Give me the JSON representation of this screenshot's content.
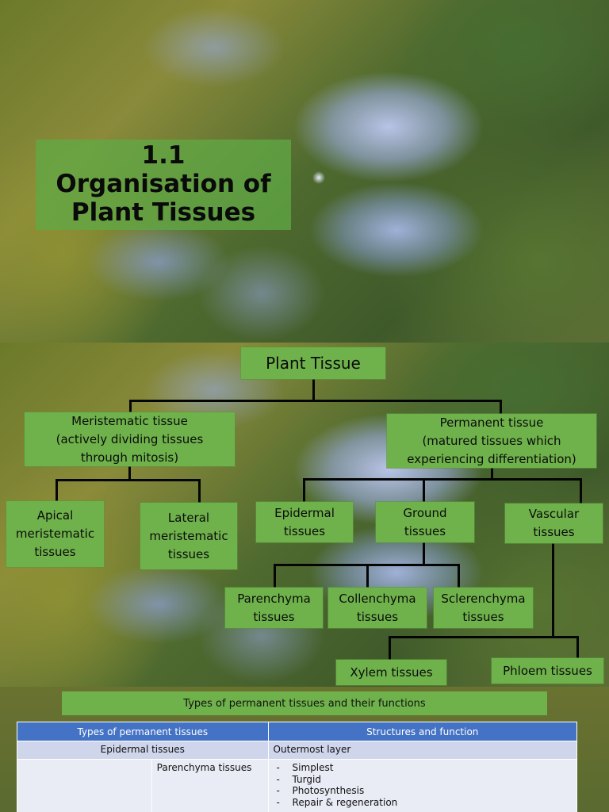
{
  "slide1": {
    "title_line1": "1.1",
    "title_line2": "Organisation of",
    "title_line3": "Plant Tissues"
  },
  "slide2": {
    "root": "Plant Tissue",
    "meristematic": "Meristematic tissue\n(actively dividing tissues\nthrough mitosis)",
    "permanent": "Permanent tissue\n(matured tissues which\nexperiencing differentiation)",
    "apical": "Apical\nmeristematic\ntissues",
    "lateral": "Lateral\nmeristematic\ntissues",
    "epidermal": "Epidermal\ntissues",
    "ground": "Ground\ntissues",
    "vascular": "Vascular\ntissues",
    "parenchyma": "Parenchyma\ntissues",
    "collenchyma": "Collenchyma\ntissues",
    "sclerenchyma": "Sclerenchyma\ntissues",
    "xylem": "Xylem tissues",
    "phloem": "Phloem tissues"
  },
  "slide3": {
    "banner": "Types of permanent tissues and their functions",
    "headers": [
      "Types of permanent tissues",
      "Structures and function"
    ],
    "row1": {
      "type": "Epidermal tissues",
      "function": "Outermost layer"
    },
    "row2": {
      "group": "",
      "subtype": "Parenchyma tissues",
      "functions": [
        "Simplest",
        "Turgid",
        "Photosynthesis",
        "Repair & regeneration"
      ]
    }
  },
  "colors": {
    "node_green": "#6fb24b",
    "table_header": "#4472c4",
    "row_light": "#cfd5ea",
    "row_lighter": "#e9ebf5"
  }
}
